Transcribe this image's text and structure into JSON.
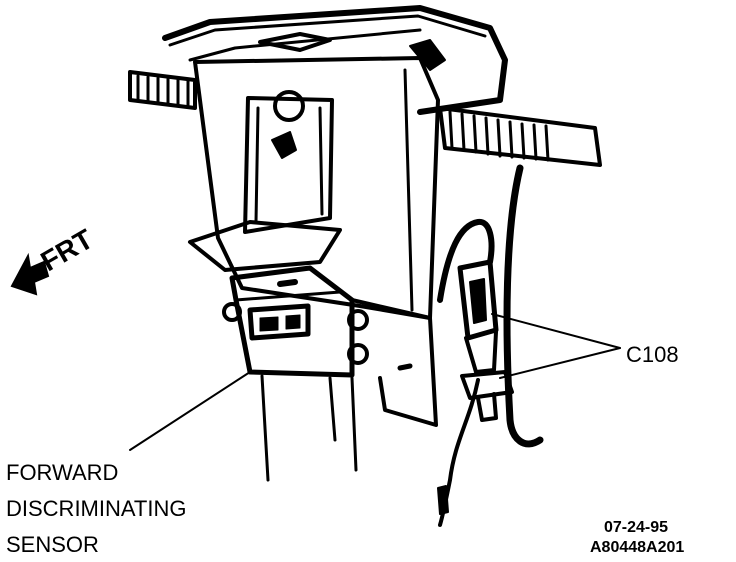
{
  "labels": {
    "frt": "FRT",
    "connector": "C108",
    "sensor_line1": "FORWARD",
    "sensor_line2": "DISCRIMINATING",
    "sensor_line3": "SENSOR",
    "date_code": "07-24-95",
    "figure_id": "A80448A201"
  },
  "colors": {
    "ink": "#000000",
    "paper": "#ffffff"
  }
}
